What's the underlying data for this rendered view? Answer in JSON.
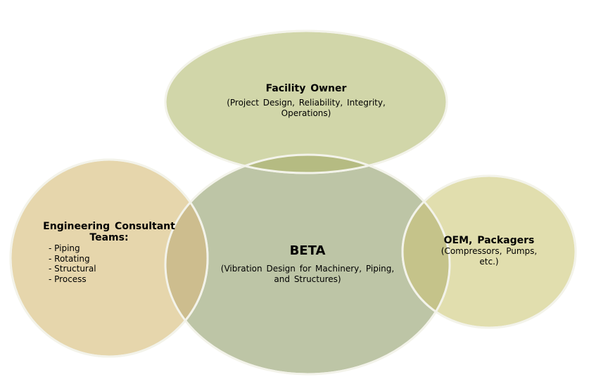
{
  "colors": {
    "top_fill": "#d1d6a9",
    "left_fill": "#e6d6ac",
    "center_fill": "#bdc5a6",
    "right_fill": "#e1deae",
    "stroke": "#f3f3ea",
    "overlap_green": "#b5bb82",
    "overlap_tan": "#cdbd8e",
    "overlap_olive": "#c5c38a"
  },
  "facility_owner": {
    "title": "Facility Owner",
    "description_line1": "(Project Design, Reliability, Integrity,",
    "description_line2": "Operations)"
  },
  "consultant": {
    "title_line1": "Engineering Consultant",
    "title_line2": "Teams:",
    "items": [
      "Piping",
      "Rotating",
      "Structural",
      "Process"
    ]
  },
  "beta": {
    "title": "BETA",
    "description_line1": "(Vibration Design for Machinery, Piping,",
    "description_line2": "and Structures)"
  },
  "oem": {
    "title": "OEM, Packagers",
    "description_line1": "(Compressors, Pumps,",
    "description_line2": "etc.)"
  }
}
